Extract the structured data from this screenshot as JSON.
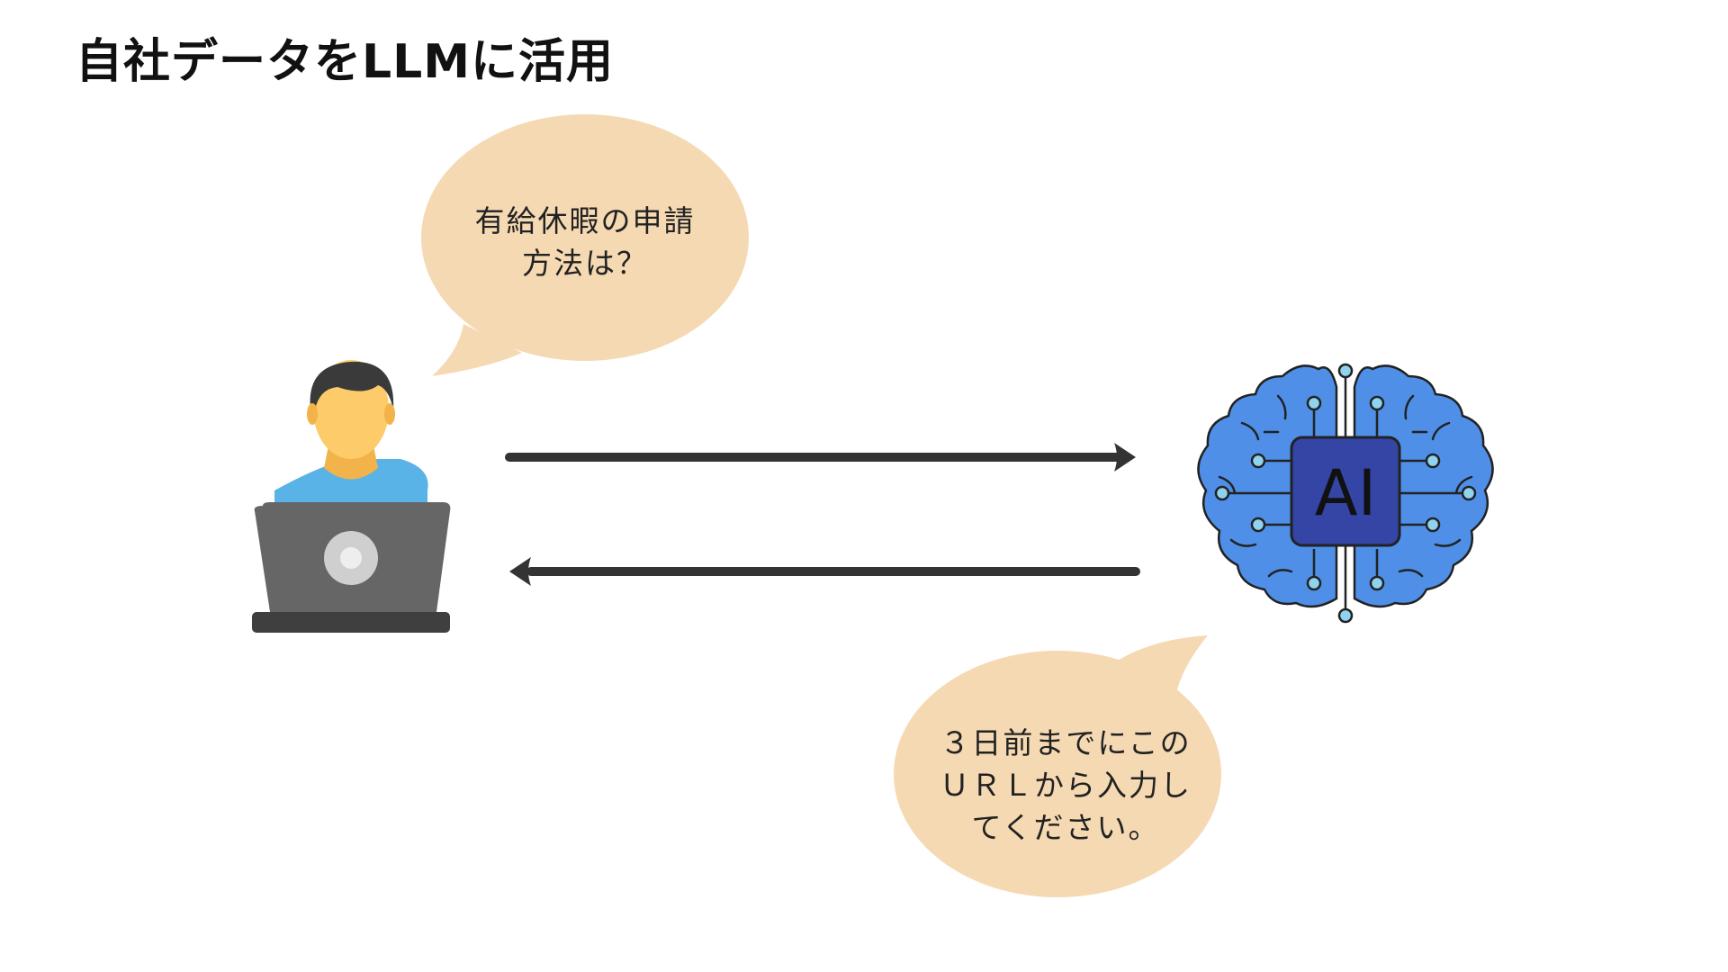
{
  "title": "自社データをLLMに活用",
  "question_bubble": {
    "lines": [
      "有給休暇の申請",
      "方法は？"
    ]
  },
  "answer_bubble": {
    "lines": [
      "３日前までにこの",
      "ＵＲＬから入力し",
      "てください。"
    ]
  },
  "ai_chip": {
    "label": "AI"
  },
  "colors": {
    "bubble_fill": "#f5d9b3",
    "arrow": "#333333",
    "brain_fill": "#4f8fe8",
    "chip_fill": "#3445a6",
    "node_fill": "#8fd3ef",
    "skin": "#fdcb6a",
    "shirt": "#5ab3e6",
    "hair": "#3a3a3a",
    "laptop": "#666666"
  },
  "icons": [
    "user-at-laptop-icon",
    "ai-brain-icon",
    "arrow-right-icon",
    "arrow-left-icon"
  ]
}
